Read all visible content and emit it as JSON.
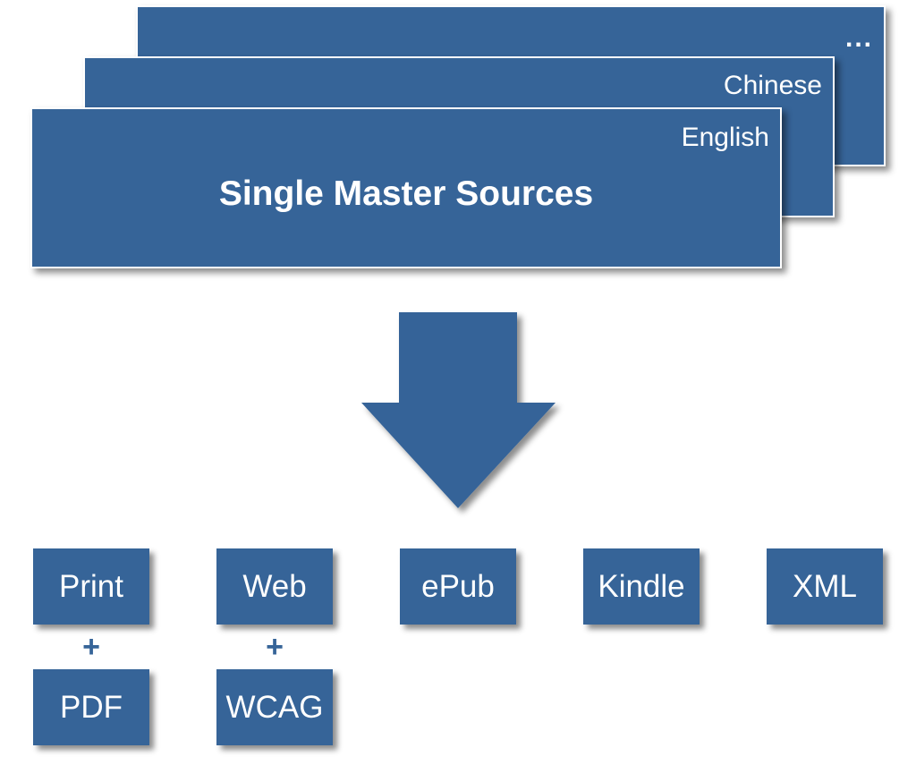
{
  "colors": {
    "box_fill": "#366498",
    "text": "#ffffff",
    "border": "#ffffff",
    "background": "#ffffff"
  },
  "sources": {
    "title": "Single Master Sources",
    "languages": [
      "English",
      "Chinese",
      "..."
    ]
  },
  "arrow": {
    "icon": "down-arrow-icon"
  },
  "outputs": [
    "Print",
    "Web",
    "ePub",
    "Kindle",
    "XML"
  ],
  "additions": {
    "print": "PDF",
    "web": "WCAG",
    "connector": "+"
  }
}
